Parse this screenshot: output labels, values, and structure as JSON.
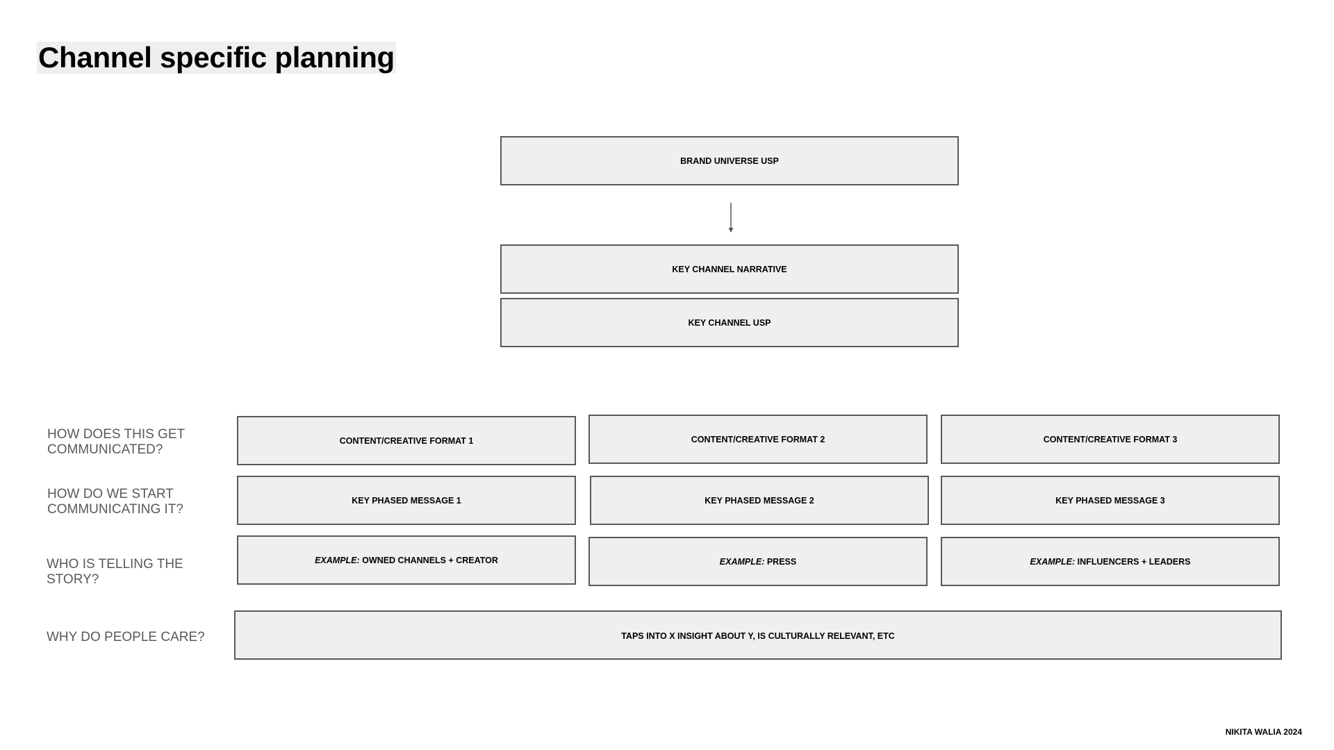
{
  "title": "Channel specific planning",
  "top": {
    "brand_usp": "BRAND UNIVERSE USP",
    "narrative": "KEY CHANNEL NARRATIVE",
    "channel_usp": "KEY CHANNEL USP"
  },
  "row_labels": {
    "communicated": "HOW DOES THIS GET COMMUNICATED?",
    "start": "HOW DO WE START COMMUNICATING IT?",
    "story": "WHO IS TELLING THE STORY?",
    "care": "WHY DO PEOPLE CARE?"
  },
  "formats": [
    "CONTENT/CREATIVE FORMAT 1",
    "CONTENT/CREATIVE FORMAT 2",
    "CONTENT/CREATIVE FORMAT 3"
  ],
  "messages": [
    "KEY PHASED MESSAGE 1",
    "KEY PHASED MESSAGE 2",
    "KEY PHASED MESSAGE 3"
  ],
  "storytellers": {
    "prefix": "EXAMPLE:",
    "items": [
      "OWNED CHANNELS + CREATOR",
      "PRESS",
      "INFLUENCERS + LEADERS"
    ]
  },
  "insight": "TAPS INTO X INSIGHT ABOUT Y, IS CULTURALLY RELEVANT, ETC",
  "footer": "NIKITA WALIA 2024",
  "colors": {
    "box_fill": "#efefef",
    "box_border": "#595959",
    "label_text": "#595959"
  }
}
